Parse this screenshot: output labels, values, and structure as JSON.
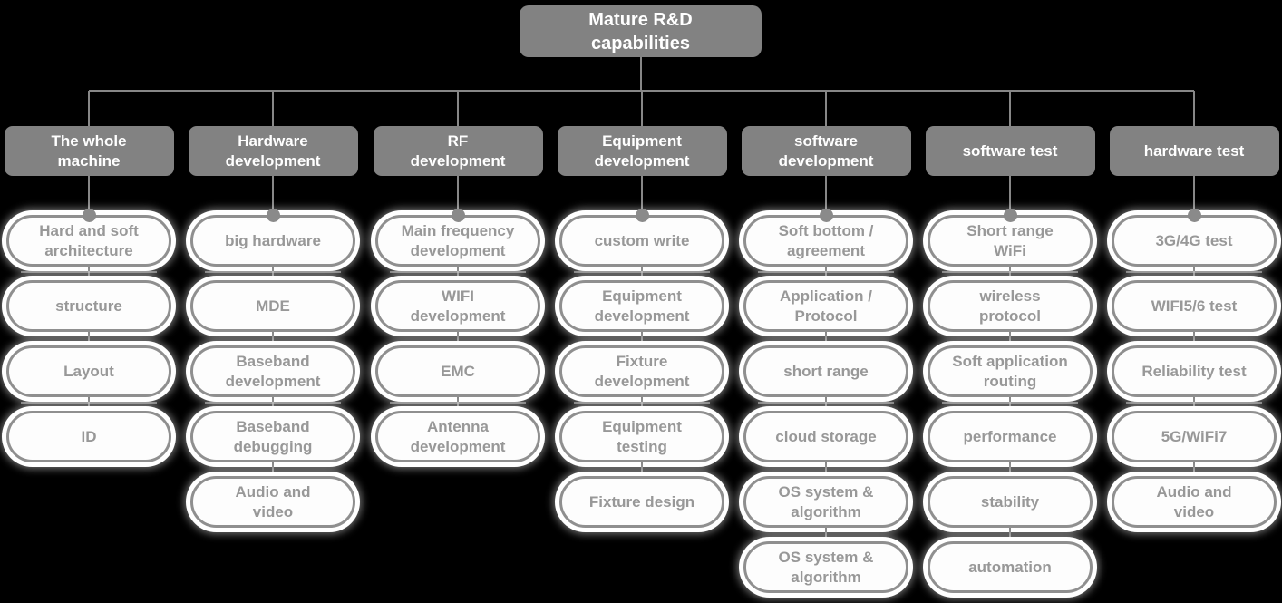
{
  "title": {
    "label": "Mature R&D\ncapabilities"
  },
  "colors": {
    "background": "#000000",
    "node_fill": "#828282",
    "node_text": "#ffffff",
    "pill_fill": "#fdfdfd",
    "pill_border": "#8f8f8f",
    "pill_text": "#989898",
    "connector": "#878787",
    "glow": "#ffffff"
  },
  "columns": [
    {
      "header": "The whole\nmachine",
      "items": [
        "Hard and soft\narchitecture",
        "structure",
        "Layout",
        "ID"
      ]
    },
    {
      "header": "Hardware\ndevelopment",
      "items": [
        "big hardware",
        "MDE",
        "Baseband\ndevelopment",
        "Baseband\ndebugging",
        "Audio and\nvideo"
      ]
    },
    {
      "header": "RF\ndevelopment",
      "items": [
        "Main frequency\ndevelopment",
        "WIFI\ndevelopment",
        "EMC",
        "Antenna\ndevelopment"
      ]
    },
    {
      "header": "Equipment\ndevelopment",
      "items": [
        "custom write",
        "Equipment\ndevelopment",
        "Fixture\ndevelopment",
        "Equipment\ntesting",
        "Fixture design"
      ]
    },
    {
      "header": "software\ndevelopment",
      "items": [
        "Soft bottom /\nagreement",
        "Application /\nProtocol",
        "short range",
        "cloud storage",
        "OS system &\nalgorithm",
        "OS system &\nalgorithm"
      ]
    },
    {
      "header": "software test",
      "items": [
        "Short range\nWiFi",
        "wireless\nprotocol",
        "Soft application\nrouting",
        "performance",
        "stability",
        "automation"
      ]
    },
    {
      "header": "hardware test",
      "items": [
        "3G/4G test",
        "WIFI5/6 test",
        "Reliability test",
        "5G/WiFi7",
        "Audio and\nvideo"
      ]
    }
  ]
}
